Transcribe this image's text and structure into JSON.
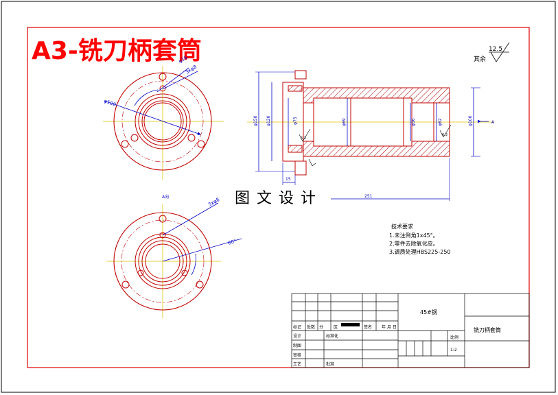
{
  "drawing": {
    "title": "A3-铣刀柄套筒",
    "roughness_prefix": "其余",
    "roughness_value": "12.5",
    "watermark": "图文设计"
  },
  "views": {
    "front_top": {
      "dim_small_hole": "φ16",
      "dim_hole_count": "3xφ8",
      "dim_outer": "φ100"
    },
    "front_bottom": {
      "view_label": "A向",
      "dim_hole_count": "3xφ8",
      "dim_angle": "60°"
    },
    "section": {
      "dim_d150": "φ150",
      "dim_d120": "φ120",
      "dim_d75": "φ75",
      "dim_d69": "φ69",
      "dim_d56": "φ56",
      "dim_d62": "φ62",
      "dim_d100": "φ100",
      "dim_len_15": "15",
      "dim_len_251": "251",
      "rough_1": "6.3",
      "rough_2": "6.3",
      "view_arrow_label": "A"
    }
  },
  "tech_requirements": {
    "heading": "技术要求",
    "items": [
      "1.未注倒角1x45°。",
      "2.零件去除氧化皮。",
      "3.调质处理HBS225-250"
    ]
  },
  "title_block": {
    "material": "45#钢",
    "part_name": "铣刀柄套筒",
    "scale": "1:2",
    "ratio_label": "比例",
    "row_labels": [
      "标记",
      "处数",
      "分",
      "区",
      "签名",
      "年 月 日"
    ],
    "designer_label": "设计",
    "standard_label": "标准化",
    "check_label": "审核",
    "process_label": "工艺",
    "approve_label": "批准",
    "drafting_label": "制图"
  }
}
